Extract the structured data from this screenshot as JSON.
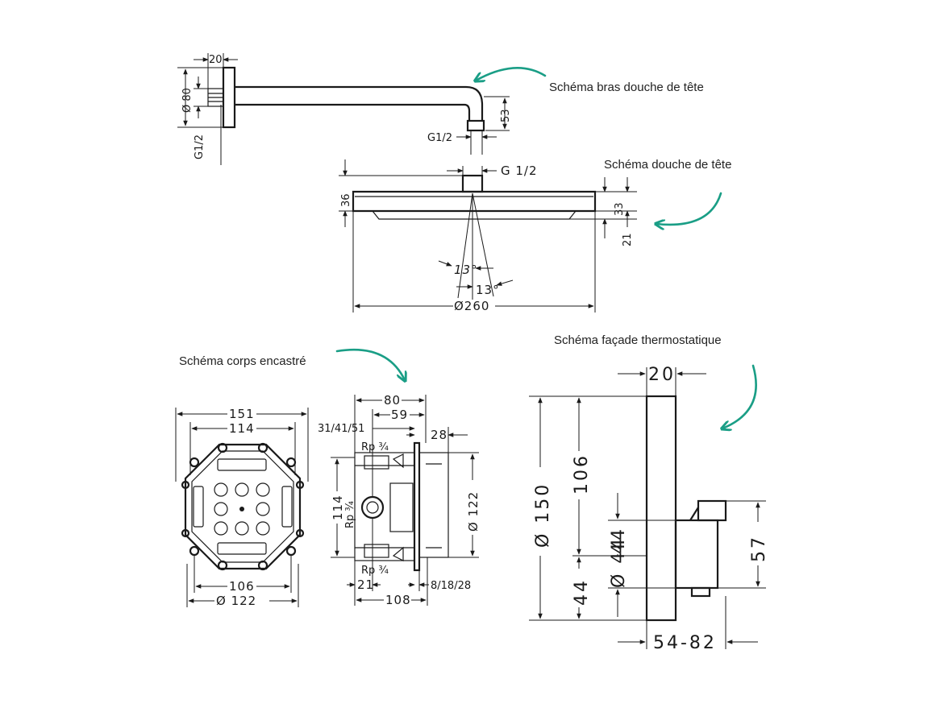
{
  "captions": {
    "bras": "Schéma bras douche de tête",
    "douche": "Schéma douche de tête",
    "corps": "Schéma corps encastré",
    "facade": "Schéma façade thermostatique"
  },
  "arm": {
    "d20": "20",
    "d80": "Ø 80",
    "g12_left": "G1/2",
    "g12_bottom": "G1/2",
    "d53": "53"
  },
  "head": {
    "g12": "G 1/2",
    "d36": "36",
    "d33": "33",
    "d21": "21",
    "angle1": "13°",
    "angle2": "13°",
    "d260": "Ø260"
  },
  "body": {
    "d151": "151",
    "d114_top": "114",
    "d106": "106",
    "d122": "Ø 122",
    "d80": "80",
    "d59": "59",
    "d31": "31/41/51",
    "d28": "28",
    "rp_top": "Rp ¾",
    "rp_mid": "Rp ¾",
    "rp_bot": "Rp ¾",
    "d114_side": "114",
    "d122_side": "Ø 122",
    "d21": "21",
    "d108": "108",
    "d81828": "8/18/28"
  },
  "thermo": {
    "d20": "20",
    "d150": "Ø 150",
    "d106": "106",
    "d44a": "44",
    "d44b": "Ø 44",
    "d44c": "44",
    "d57": "57",
    "d5482": "54-82"
  },
  "colors": {
    "accent": "#1a9e86",
    "ink": "#1a1a1a"
  }
}
